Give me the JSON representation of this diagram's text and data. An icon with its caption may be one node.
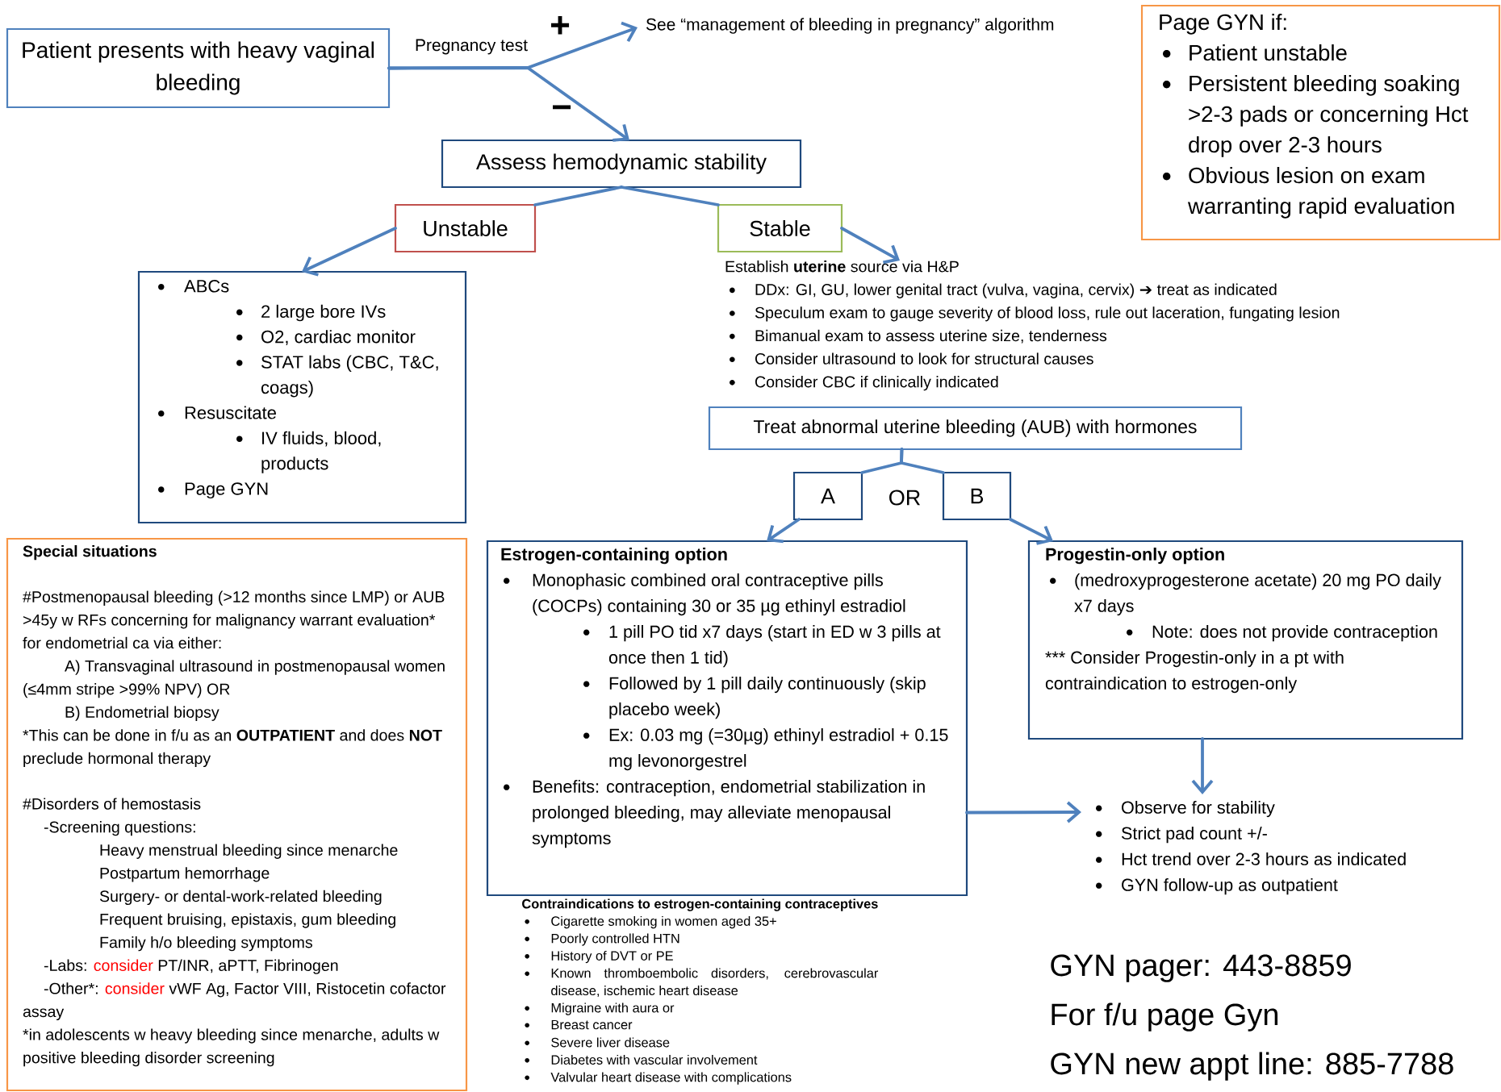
{
  "diagram": {
    "nodes": [
      {
        "text": [
          "Patient presents with heavy vaginal bleeding"
        ]
      },
      {
        "text": [
          "See “management of bleeding in pregnancy” algorithm"
        ]
      },
      {
        "text": [
          "Assess hemodynamic stability"
        ]
      },
      {
        "text": [
          "Unstable"
        ]
      },
      {
        "text": [
          "Stable"
        ]
      },
      {
        "text": [
          "ABCs",
          "2 large bore IVs",
          "O2, cardiac monitor",
          "STAT labs (CBC, T&C, coags)",
          "Resuscitate",
          "IV fluids, blood, products",
          "Page GYN"
        ]
      },
      {
        "text": [
          "Establish **uterine** source via H&P",
          "DDx: GI, GU, lower genital tract (vulva, vagina, cervix) ➔ treat as indicated",
          "Speculum exam to gauge severity of blood loss, rule out laceration, fungating lesion",
          "Bimanual exam to assess uterine size, tenderness",
          "Consider ultrasound to look for structural causes",
          "Consider CBC if clinically indicated"
        ]
      },
      {
        "text": [
          "Page GYN if:",
          "Patient unstable",
          "Persistent bleeding soaking >2-3 pads or concerning Hct drop over 2-3 hours",
          "Obvious lesion on exam warranting rapid evaluation"
        ]
      },
      {
        "text": [
          "Treat abnormal uterine bleeding (AUB) with hormones"
        ]
      },
      {
        "text": [
          "A"
        ]
      },
      {
        "text": [
          "B"
        ]
      },
      {
        "text": [
          "Estrogen-containing option",
          "Monophasic combined oral contraceptive pills (COCPs) containing 30 or 35 µg ethinyl estradiol",
          "1 pill PO tid x7 days (start in ED w 3 pills at once then 1 tid)",
          "Followed by 1 pill daily continuously (skip placebo week)",
          "Ex: 0.03 mg (=30µg) ethinyl estradiol + 0.15 mg levonorgestrel",
          "Benefits: contraception, endometrial stabilization in prolonged bleeding, may alleviate menopausal symptoms"
        ]
      },
      {
        "text": [
          "Progestin-only option",
          "(medroxyprogesterone acetate) 20 mg PO daily x7 days",
          "Note: does not provide contraception",
          "*** Consider Progestin-only in a pt with contraindication to estrogen-only"
        ]
      },
      {
        "text": [
          "Observe for stability",
          "Strict pad count +/-",
          "Hct trend over 2-3 hours as indicated",
          "GYN follow-up as outpatient"
        ]
      },
      {
        "text": [
          "Special situations",
          "#Postmenopausal bleeding (>12 months since LMP) or AUB >45y w RFs concerning for malignancy warrant evaluation* for endometrial ca via either:",
          "A) Transvaginal ultrasound in postmenopausal women (≤4mm stripe >99% NPV) OR",
          "B) Endometrial biopsy",
          "*This can be done in f/u as an",
          "OUTPATIENT",
          "and does",
          "NOT",
          "preclude hormonal therapy",
          "#Disorders of hemostasis",
          "-Screening questions:",
          "Heavy menstrual bleeding since menarche",
          "Postpartum hemorrhage",
          "Surgery- or dental-work-related bleeding",
          "Frequent bruising, epistaxis, gum bleeding",
          "Family h/o bleeding symptoms",
          "-Labs:",
          "consider",
          "PT/INR, aPTT, Fibrinogen",
          "-Other*:",
          "consider",
          "vWF Ag, Factor VIII, Ristocetin cofactor assay",
          "*in adolescents w heavy bleeding since menarche, adults w positive bleeding disorder screening"
        ]
      }
    ],
    "edges": [
      {
        "from": 0,
        "to": 1,
        "arrow": "to",
        "label": "+"
      },
      {
        "from": 0,
        "to": 2,
        "arrow": "to",
        "label": "−"
      },
      {
        "from": 2,
        "to": 3,
        "arrow": "none"
      },
      {
        "from": 2,
        "to": 4,
        "arrow": "none"
      },
      {
        "from": 3,
        "to": 5,
        "arrow": "to"
      },
      {
        "from": 4,
        "to": 6,
        "arrow": "to"
      },
      {
        "from": 8,
        "to": 9,
        "arrow": "none"
      },
      {
        "from": 8,
        "to": 10,
        "arrow": "none"
      },
      {
        "from": 9,
        "to": 11,
        "arrow": "to"
      },
      {
        "from": 10,
        "to": 12,
        "arrow": "to"
      },
      {
        "from": 11,
        "to": 13,
        "arrow": "to"
      },
      {
        "from": 12,
        "to": 13,
        "arrow": "to"
      }
    ],
    "labels": [
      "Pregnancy test",
      "OR",
      "Contraindications to estrogen-containing contraceptives",
      "Cigarette smoking in women aged 35+",
      "Poorly controlled HTN",
      "History of DVT or PE",
      "Known thromboembolic disorders, cerebrovascular disease, ischemic heart disease",
      "Migraine with aura or",
      "Breast cancer",
      "Severe liver disease",
      "Diabetes with vascular involvement",
      "Valvular heart disease with complications",
      "GYN pager: 443-8859",
      "For f/u page Gyn",
      "GYN new appt line: 885-7788"
    ]
  }
}
